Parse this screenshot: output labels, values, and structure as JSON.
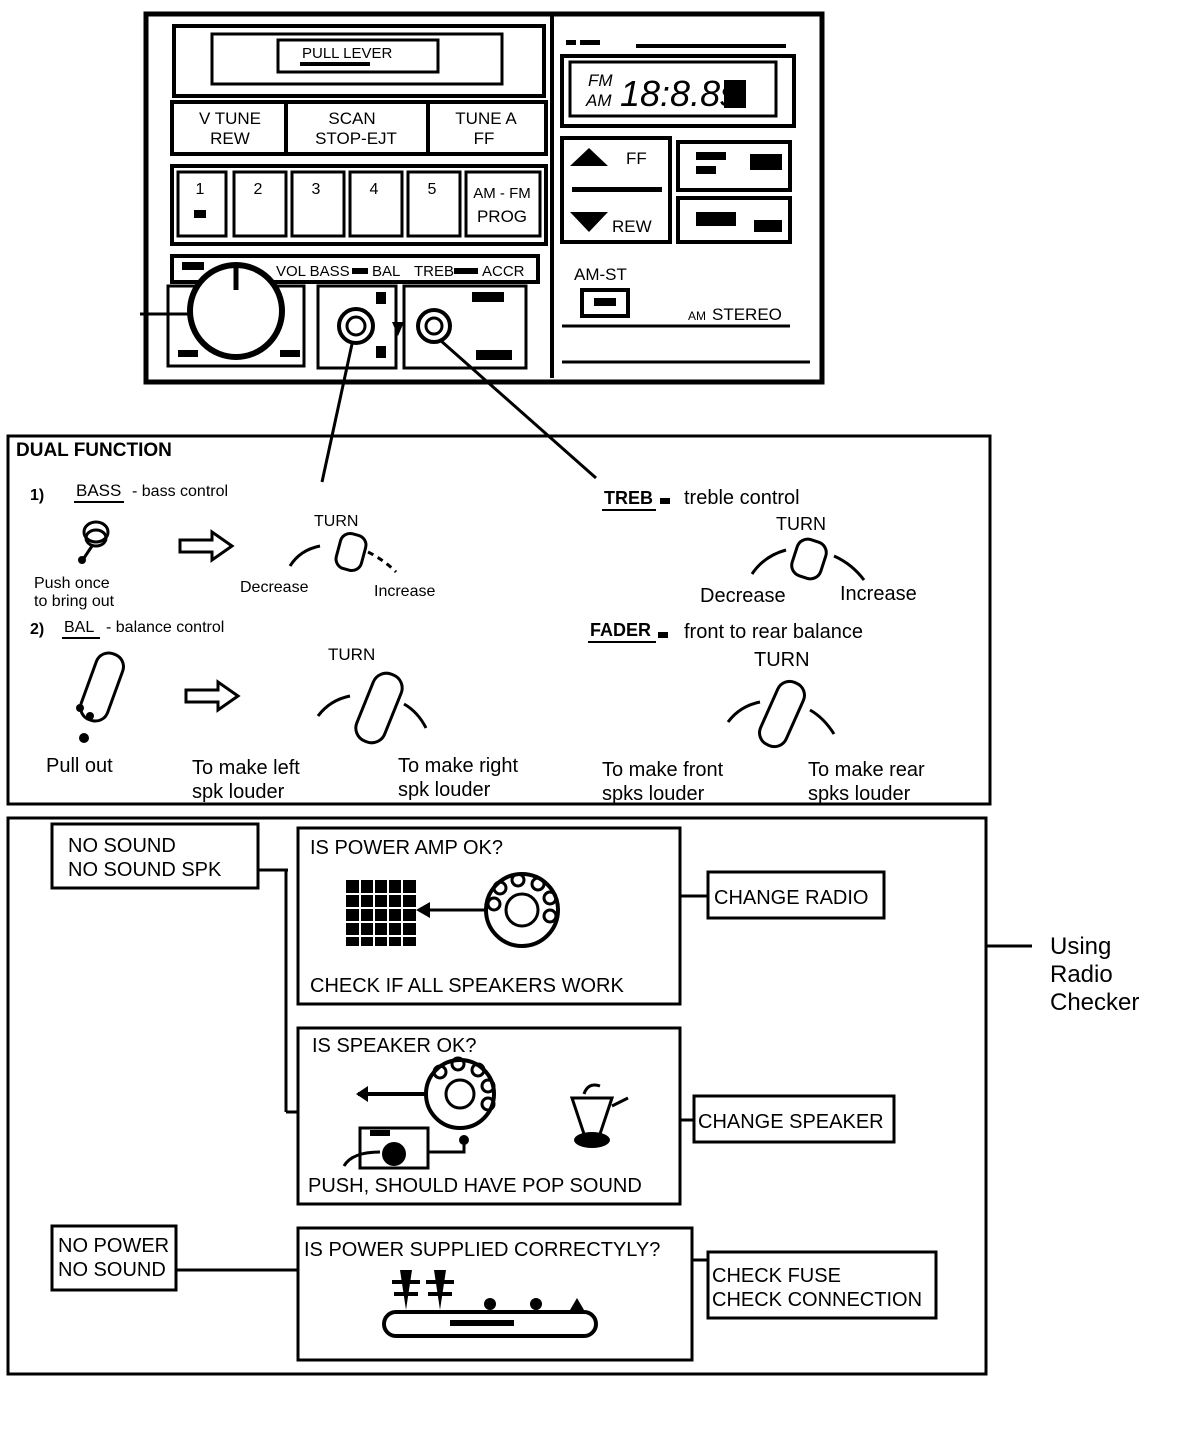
{
  "radio": {
    "pull_lever": "PULL LEVER",
    "buttons": [
      {
        "line1": "V TUNE",
        "line2": "REW"
      },
      {
        "line1": "SCAN",
        "line2": "STOP-EJT"
      },
      {
        "line1": "TUNE A",
        "line2": "FF"
      }
    ],
    "presets": [
      "1",
      "2",
      "3",
      "4",
      "5"
    ],
    "am_fm": "AM - FM",
    "prog": "PROG",
    "knob_label_strip": "VOL BASS",
    "knob_label_bal": "BAL",
    "knob_label_treb": "TREB",
    "knob_label_accr": "ACCR",
    "display": {
      "fm": "FM",
      "am": "AM",
      "reading": "18:8.8s"
    },
    "ff": "FF",
    "rew": "REW",
    "am_st": "AM-ST",
    "am_stereo_small": "AM",
    "am_stereo": "STEREO"
  },
  "dual_function": {
    "title": "DUAL FUNCTION",
    "item1_num": "1)",
    "bass_label": "BASS",
    "bass_desc": "- bass control",
    "push_once": "Push once",
    "to_bring_out": "to bring out",
    "turn": "TURN",
    "decrease": "Decrease",
    "increase": "Increase",
    "item2_num": "2)",
    "bal_label": "BAL",
    "bal_desc": "- balance control",
    "pull_out": "Pull out",
    "left_line1": "To make left",
    "left_line2": "spk louder",
    "right_line1": "To make right",
    "right_line2": "spk louder",
    "treb_label": "TREB",
    "treb_desc": "treble control",
    "fader_label": "FADER",
    "fader_desc": "front to rear balance",
    "front_line1": "To make front",
    "front_line2": "spks louder",
    "rear_line1": "To make rear",
    "rear_line2": "spks louder"
  },
  "flow": {
    "no_sound_line1": "NO SOUND",
    "no_sound_line2": "NO SOUND SPK",
    "power_amp_q": "IS POWER AMP OK?",
    "check_speakers": "CHECK IF ALL SPEAKERS WORK",
    "change_radio": "CHANGE RADIO",
    "speaker_q": "IS SPEAKER OK?",
    "push_pop": "PUSH, SHOULD HAVE POP SOUND",
    "change_speaker": "CHANGE SPEAKER",
    "no_power_line1": "NO POWER",
    "no_power_line2": "NO SOUND",
    "power_q": "IS POWER SUPPLIED CORRECTYLY?",
    "check_fuse": "CHECK FUSE",
    "check_connection": "CHECK CONNECTION",
    "checker_line1": "Using",
    "checker_line2": "Radio",
    "checker_line3": "Checker"
  }
}
